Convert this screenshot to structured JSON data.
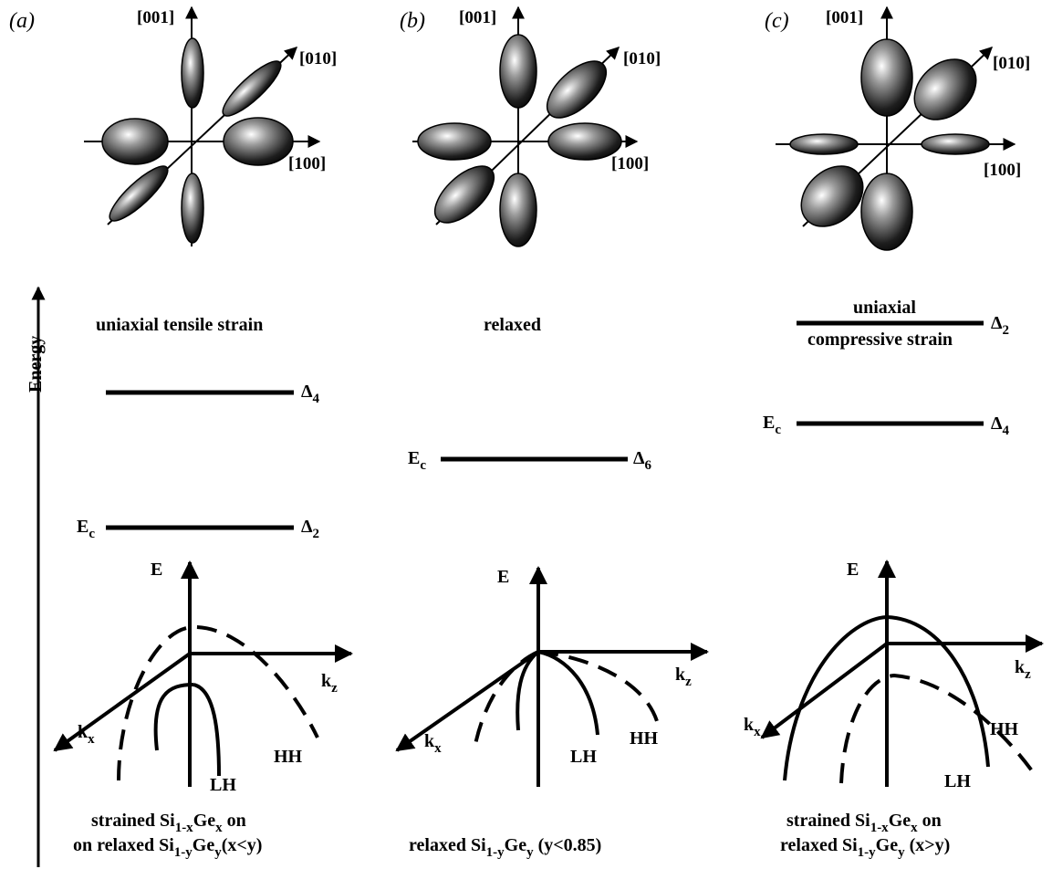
{
  "panels": [
    {
      "tag": "(a)",
      "axis_labels": {
        "z": "[001]",
        "y": "[010]",
        "x": "[100]"
      },
      "strain_label": "uniaxial tensile strain",
      "band_labels": {
        "upper": "Δ4",
        "lower": "Δ2"
      },
      "ec_label": "Ec",
      "k_labels": {
        "e": "E",
        "kz": "kz",
        "kx": "kx"
      },
      "hole_labels": {
        "lh": "LH",
        "hh": "HH"
      },
      "caption_line1": "strained Si1-xGex on",
      "caption_line2": "on relaxed Si1-yGey(x<y)"
    },
    {
      "tag": "(b)",
      "axis_labels": {
        "z": "[001]",
        "y": "[010]",
        "x": "[100]"
      },
      "strain_label": "relaxed",
      "band_labels": {
        "single": "Δ6"
      },
      "ec_label": "Ec",
      "k_labels": {
        "e": "E",
        "kz": "kz",
        "kx": "kx"
      },
      "hole_labels": {
        "lh": "LH",
        "hh": "HH"
      },
      "caption_line1": "relaxed Si1-yGey (y<0.85)"
    },
    {
      "tag": "(c)",
      "axis_labels": {
        "z": "[001]",
        "y": "[010]",
        "x": "[100]"
      },
      "strain_label_line1": "uniaxial",
      "strain_label_line2": "compressive strain",
      "band_labels": {
        "upper": "Δ2",
        "lower": "Δ4"
      },
      "ec_label": "Ec",
      "k_labels": {
        "e": "E",
        "kz": "kz",
        "kx": "kx"
      },
      "hole_labels": {
        "lh": "LH",
        "hh": "HH"
      },
      "caption_line1": "strained Si1-xGex on",
      "caption_line2": "relaxed Si1-yGey (x>y)"
    }
  ],
  "energy_axis_label": "Energy"
}
